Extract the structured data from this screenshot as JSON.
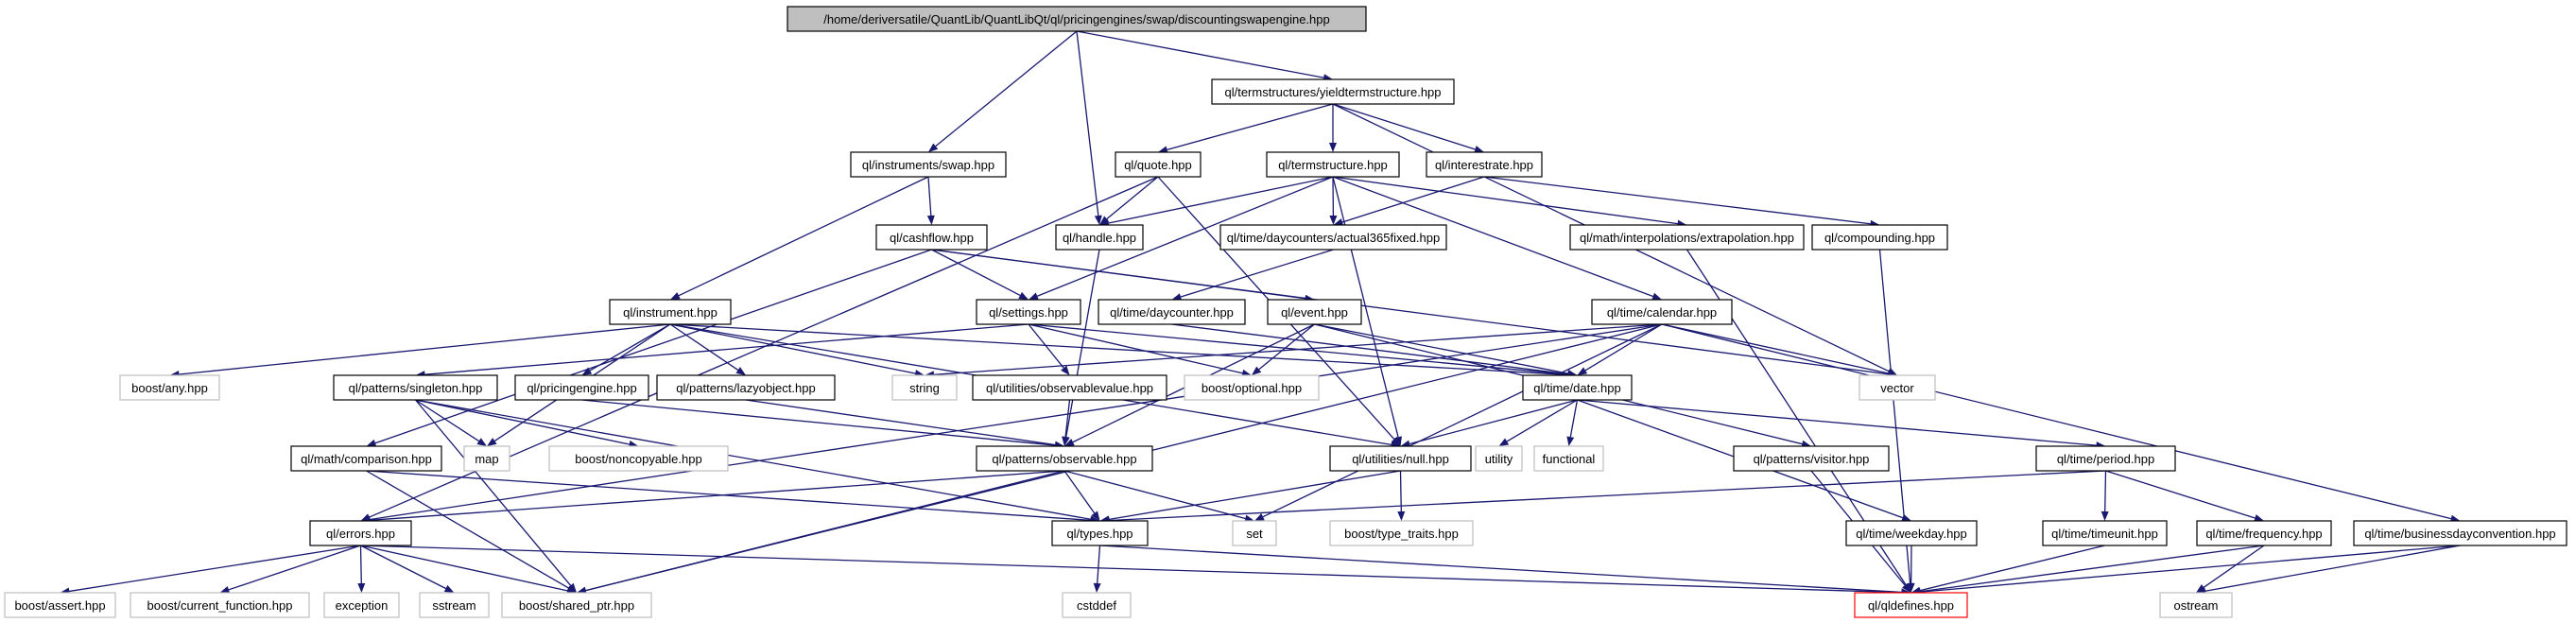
{
  "diagram": {
    "nodes": [
      {
        "id": "root",
        "label": "/home/deriversatile/QuantLib/QuantLibQt/ql/pricingengines/swap/discountingswapengine.hpp"
      },
      {
        "id": "yieldts",
        "label": "ql/termstructures/yieldtermstructure.hpp"
      },
      {
        "id": "swap",
        "label": "ql/instruments/swap.hpp"
      },
      {
        "id": "quote",
        "label": "ql/quote.hpp"
      },
      {
        "id": "termstructure",
        "label": "ql/termstructure.hpp"
      },
      {
        "id": "interestrate",
        "label": "ql/interestrate.hpp"
      },
      {
        "id": "cashflow",
        "label": "ql/cashflow.hpp"
      },
      {
        "id": "handle",
        "label": "ql/handle.hpp"
      },
      {
        "id": "actual365",
        "label": "ql/time/daycounters/actual365fixed.hpp"
      },
      {
        "id": "extrapolation",
        "label": "ql/math/interpolations/extrapolation.hpp"
      },
      {
        "id": "compounding",
        "label": "ql/compounding.hpp"
      },
      {
        "id": "instrument",
        "label": "ql/instrument.hpp"
      },
      {
        "id": "settings",
        "label": "ql/settings.hpp"
      },
      {
        "id": "daycounter",
        "label": "ql/time/daycounter.hpp"
      },
      {
        "id": "event",
        "label": "ql/event.hpp"
      },
      {
        "id": "calendar",
        "label": "ql/time/calendar.hpp"
      },
      {
        "id": "boostany",
        "label": "boost/any.hpp"
      },
      {
        "id": "singleton",
        "label": "ql/patterns/singleton.hpp"
      },
      {
        "id": "pricingengine",
        "label": "ql/pricingengine.hpp"
      },
      {
        "id": "lazyobject",
        "label": "ql/patterns/lazyobject.hpp"
      },
      {
        "id": "string",
        "label": "string"
      },
      {
        "id": "observablevalue",
        "label": "ql/utilities/observablevalue.hpp"
      },
      {
        "id": "optional",
        "label": "boost/optional.hpp"
      },
      {
        "id": "date",
        "label": "ql/time/date.hpp"
      },
      {
        "id": "vector",
        "label": "vector"
      },
      {
        "id": "map",
        "label": "map"
      },
      {
        "id": "noncopyable",
        "label": "boost/noncopyable.hpp"
      },
      {
        "id": "comparison",
        "label": "ql/math/comparison.hpp"
      },
      {
        "id": "observable",
        "label": "ql/patterns/observable.hpp"
      },
      {
        "id": "null",
        "label": "ql/utilities/null.hpp"
      },
      {
        "id": "utility",
        "label": "utility"
      },
      {
        "id": "functional",
        "label": "functional"
      },
      {
        "id": "visitor",
        "label": "ql/patterns/visitor.hpp"
      },
      {
        "id": "period",
        "label": "ql/time/period.hpp"
      },
      {
        "id": "errors",
        "label": "ql/errors.hpp"
      },
      {
        "id": "types",
        "label": "ql/types.hpp"
      },
      {
        "id": "set",
        "label": "set"
      },
      {
        "id": "typetraits",
        "label": "boost/type_traits.hpp"
      },
      {
        "id": "weekday",
        "label": "ql/time/weekday.hpp"
      },
      {
        "id": "timeunit",
        "label": "ql/time/timeunit.hpp"
      },
      {
        "id": "frequency",
        "label": "ql/time/frequency.hpp"
      },
      {
        "id": "bdc",
        "label": "ql/time/businessdayconvention.hpp"
      },
      {
        "id": "assert",
        "label": "boost/assert.hpp"
      },
      {
        "id": "currentfunction",
        "label": "boost/current_function.hpp"
      },
      {
        "id": "exception",
        "label": "exception"
      },
      {
        "id": "sstream",
        "label": "sstream"
      },
      {
        "id": "sharedptr",
        "label": "boost/shared_ptr.hpp"
      },
      {
        "id": "cstddef",
        "label": "cstddef"
      },
      {
        "id": "qldefines",
        "label": "ql/qldefines.hpp"
      },
      {
        "id": "ostream",
        "label": "ostream"
      }
    ],
    "edges": [
      [
        "root",
        "yieldts"
      ],
      [
        "root",
        "swap"
      ],
      [
        "root",
        "handle"
      ],
      [
        "yieldts",
        "quote"
      ],
      [
        "yieldts",
        "termstructure"
      ],
      [
        "yieldts",
        "interestrate"
      ],
      [
        "yieldts",
        "vector"
      ],
      [
        "swap",
        "cashflow"
      ],
      [
        "swap",
        "instrument"
      ],
      [
        "quote",
        "handle"
      ],
      [
        "quote",
        "errors"
      ],
      [
        "quote",
        "null"
      ],
      [
        "termstructure",
        "handle"
      ],
      [
        "termstructure",
        "actual365"
      ],
      [
        "termstructure",
        "extrapolation"
      ],
      [
        "termstructure",
        "settings"
      ],
      [
        "termstructure",
        "calendar"
      ],
      [
        "termstructure",
        "null"
      ],
      [
        "interestrate",
        "actual365"
      ],
      [
        "interestrate",
        "compounding"
      ],
      [
        "cashflow",
        "settings"
      ],
      [
        "cashflow",
        "event"
      ],
      [
        "cashflow",
        "comparison"
      ],
      [
        "cashflow",
        "vector"
      ],
      [
        "handle",
        "observable"
      ],
      [
        "actual365",
        "daycounter"
      ],
      [
        "extrapolation",
        "qldefines"
      ],
      [
        "compounding",
        "qldefines"
      ],
      [
        "instrument",
        "pricingengine"
      ],
      [
        "instrument",
        "lazyobject"
      ],
      [
        "instrument",
        "boostany"
      ],
      [
        "instrument",
        "string"
      ],
      [
        "instrument",
        "map"
      ],
      [
        "instrument",
        "null"
      ],
      [
        "instrument",
        "date"
      ],
      [
        "settings",
        "singleton"
      ],
      [
        "settings",
        "observablevalue"
      ],
      [
        "settings",
        "optional"
      ],
      [
        "settings",
        "date"
      ],
      [
        "daycounter",
        "date"
      ],
      [
        "event",
        "date"
      ],
      [
        "event",
        "optional"
      ],
      [
        "event",
        "observable"
      ],
      [
        "event",
        "visitor"
      ],
      [
        "calendar",
        "date"
      ],
      [
        "calendar",
        "vector"
      ],
      [
        "calendar",
        "string"
      ],
      [
        "calendar",
        "errors"
      ],
      [
        "calendar",
        "set"
      ],
      [
        "calendar",
        "sharedptr"
      ],
      [
        "calendar",
        "bdc"
      ],
      [
        "singleton",
        "map"
      ],
      [
        "singleton",
        "noncopyable"
      ],
      [
        "singleton",
        "sharedptr"
      ],
      [
        "singleton",
        "types"
      ],
      [
        "pricingengine",
        "observable"
      ],
      [
        "lazyobject",
        "observable"
      ],
      [
        "observablevalue",
        "observable"
      ],
      [
        "date",
        "null"
      ],
      [
        "date",
        "utility"
      ],
      [
        "date",
        "functional"
      ],
      [
        "date",
        "weekday"
      ],
      [
        "date",
        "period"
      ],
      [
        "comparison",
        "types"
      ],
      [
        "comparison",
        "sharedptr"
      ],
      [
        "observable",
        "types"
      ],
      [
        "observable",
        "set"
      ],
      [
        "observable",
        "errors"
      ],
      [
        "observable",
        "sharedptr"
      ],
      [
        "null",
        "types"
      ],
      [
        "null",
        "typetraits"
      ],
      [
        "visitor",
        "qldefines"
      ],
      [
        "period",
        "timeunit"
      ],
      [
        "period",
        "frequency"
      ],
      [
        "period",
        "types"
      ],
      [
        "errors",
        "assert"
      ],
      [
        "errors",
        "currentfunction"
      ],
      [
        "errors",
        "exception"
      ],
      [
        "errors",
        "sstream"
      ],
      [
        "errors",
        "sharedptr"
      ],
      [
        "errors",
        "qldefines"
      ],
      [
        "types",
        "cstddef"
      ],
      [
        "types",
        "qldefines"
      ],
      [
        "weekday",
        "qldefines"
      ],
      [
        "timeunit",
        "qldefines"
      ],
      [
        "frequency",
        "qldefines"
      ],
      [
        "frequency",
        "ostream"
      ],
      [
        "bdc",
        "qldefines"
      ],
      [
        "bdc",
        "ostream"
      ]
    ]
  }
}
